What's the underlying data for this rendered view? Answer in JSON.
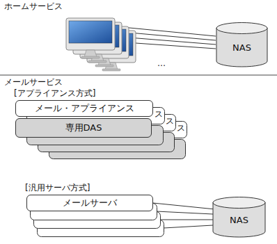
{
  "diagram": {
    "nodes": [
      {
        "text": [
          "NAS"
        ]
      },
      {
        "text": [
          "メール・アプライアンス"
        ]
      },
      {
        "text": [
          "専用DAS"
        ]
      },
      {
        "text": [
          "メールサーバ"
        ]
      },
      {
        "text": [
          "NAS"
        ]
      }
    ],
    "edges": [
      {
        "from": 3,
        "to": 4,
        "arrow": "none"
      }
    ],
    "labels": [
      "ホームサービス",
      "…",
      "メールサービス",
      "[アプライアンス方式]",
      "ス",
      "ス",
      "ス",
      "[汎用サーバ方式]"
    ]
  }
}
